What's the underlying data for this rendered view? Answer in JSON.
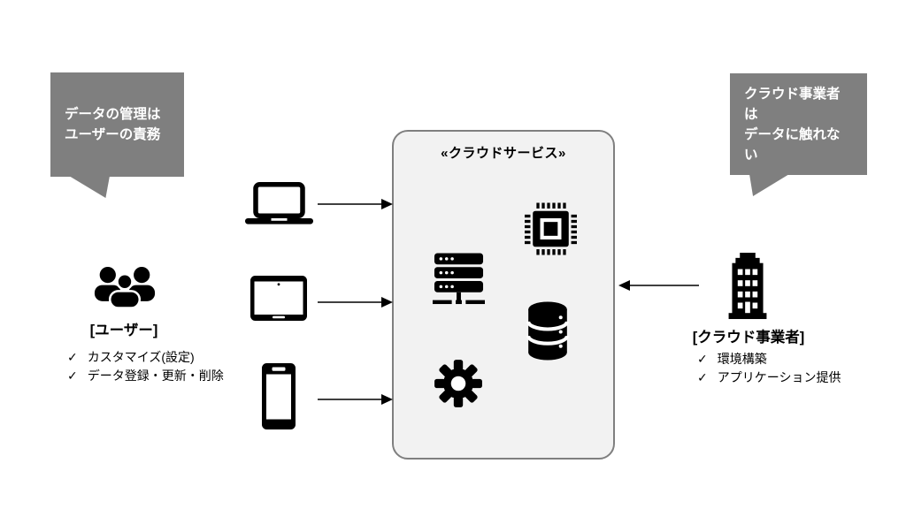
{
  "palette": {
    "bubble_gray": "#7f7f7f",
    "box_fill": "#f2f2f2",
    "box_border": "#7f7f7f",
    "ink": "#000000",
    "text_on_gray": "#ffffff"
  },
  "left_bubble": {
    "lines": [
      "データの管理は",
      "ユーザーの責務"
    ]
  },
  "right_bubble": {
    "lines": [
      "クラウド事業者は",
      "データに触れない"
    ]
  },
  "cloud_box": {
    "title": "«クラウドサービス»",
    "icons": [
      "server-icon",
      "cpu-icon",
      "database-icon",
      "gear-icon"
    ]
  },
  "devices": [
    "laptop-icon",
    "tablet-icon",
    "smartphone-icon"
  ],
  "user_group": {
    "icon": "users-icon",
    "label": "[ユーザー]",
    "checks": [
      {
        "mark": "✓",
        "text": "カスタマイズ(設定)"
      },
      {
        "mark": "✓",
        "text": "データ登録・更新・削除"
      }
    ]
  },
  "provider_group": {
    "icon": "building-icon",
    "label": "[クラウド事業者]",
    "checks": [
      {
        "mark": "✓",
        "text": "環境構築"
      },
      {
        "mark": "✓",
        "text": "アプリケーション提供"
      }
    ]
  }
}
